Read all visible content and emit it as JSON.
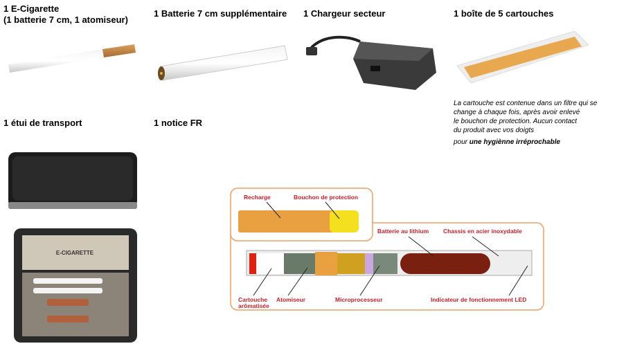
{
  "products": [
    {
      "title": "1 E-Cigarette",
      "subtitle": "(1 batterie 7 cm, 1 atomiseur)"
    },
    {
      "title": "1 Batterie 7 cm supplémentaire"
    },
    {
      "title": "1 Chargeur secteur"
    },
    {
      "title": "1 boîte de 5 cartouches"
    },
    {
      "title": "1 étui de transport"
    },
    {
      "title": "1 notice FR"
    }
  ],
  "cartridge_note": {
    "lines": [
      "La cartouche est contenue dans un filtre qui se",
      "change à chaque fois, après avoir enlevé",
      "le bouchon de protection. Aucun contact",
      "du produit avec vos doigts"
    ],
    "emphasis_prefix": "pour",
    "emphasis": "une hygiènne irréprochable"
  },
  "case_logo": "E-CIGARETTE",
  "diagram": {
    "labels": {
      "recharge": "Recharge",
      "bouchon": "Bouchon de protection",
      "batterie": "Batterie au lithium",
      "chassis": "Chassis en acier inoxydable",
      "cartouche1": "Cartouche",
      "cartouche2": "arômatisée",
      "atomiseur": "Atomiseur",
      "microprocesseur": "Microprocesseur",
      "indicateur": "Indicateur de fonctionnement LED"
    },
    "colors": {
      "label": "#c8202a",
      "frame": "#f0a060",
      "cartridge": "#e8a040",
      "cap": "#f5e020"
    }
  }
}
